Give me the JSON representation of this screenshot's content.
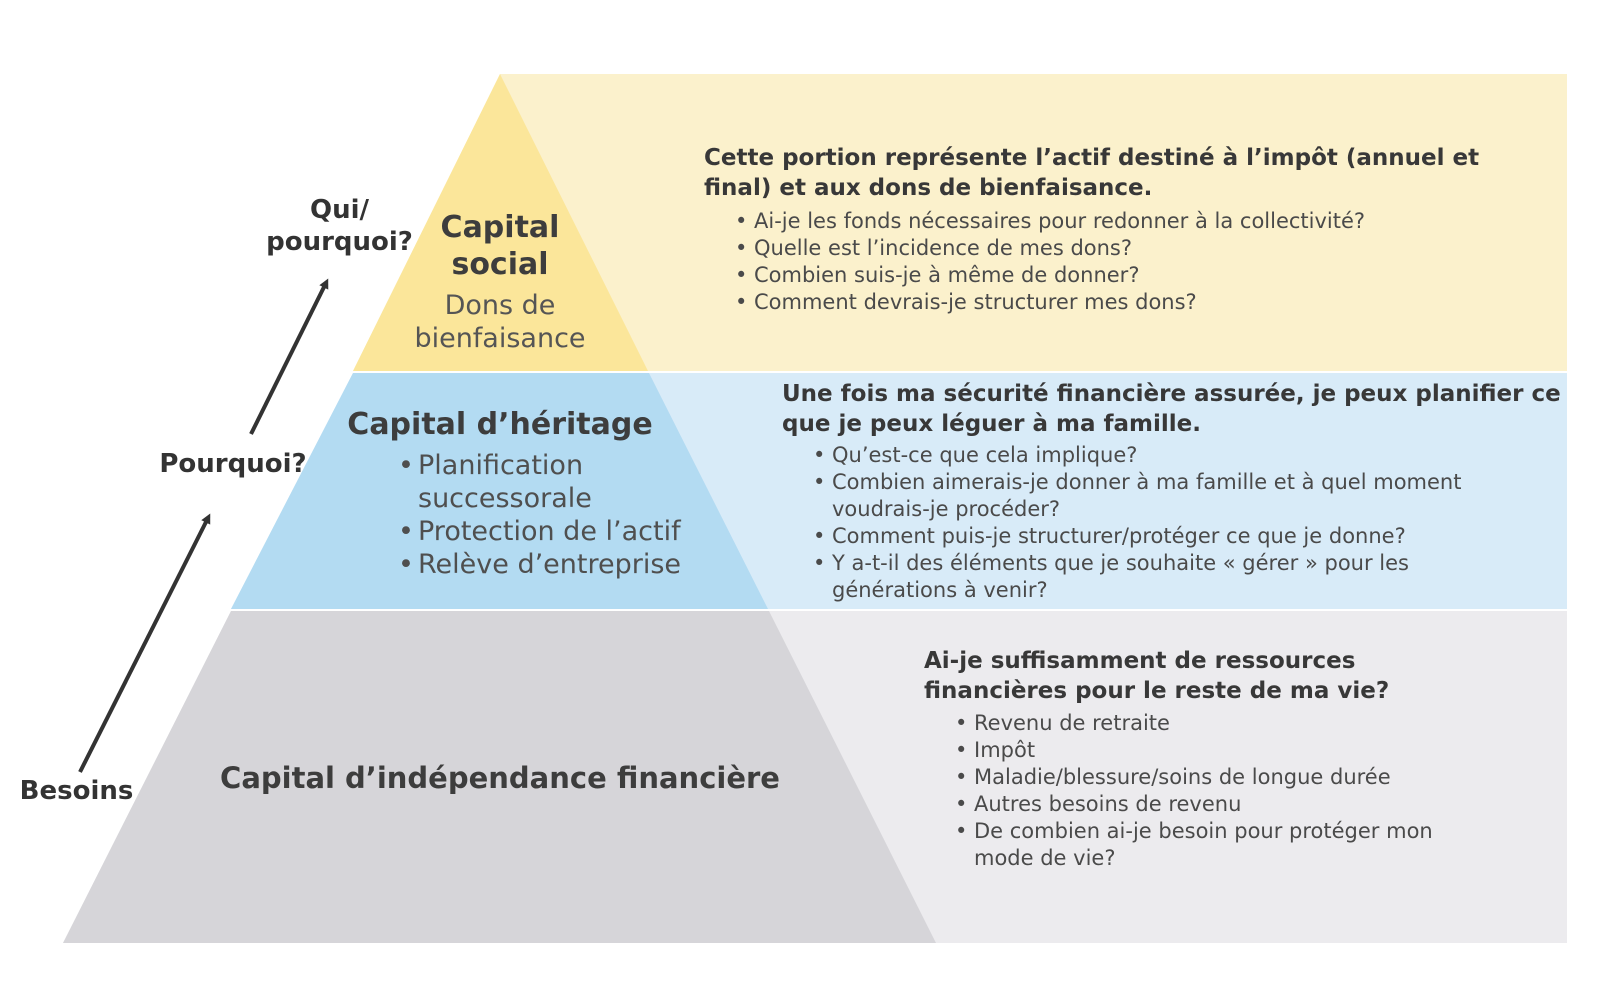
{
  "colors": {
    "yellow_band": "#fbf1cc",
    "yellow_tri": "#fbe69a",
    "blue_band": "#d8ebf8",
    "blue_tri": "#b3dbf2",
    "gray_band": "#ecebee",
    "gray_tri": "#d6d5d9",
    "arrow": "#333333"
  },
  "axis": {
    "needs": "Besoins",
    "why": "Pourquoi?",
    "who_why": "Qui/\npourquoi?"
  },
  "tiers": {
    "social": {
      "title": "Capital\nsocial",
      "subtitle": "Dons de\nbienfaisance",
      "headline": "Cette portion représente l’actif destiné à l’impôt (annuel et final) et aux dons de bienfaisance.",
      "questions": [
        "Ai-je les fonds nécessaires pour redonner à la collectivité?",
        "Quelle est l’incidence de mes dons?",
        "Combien suis-je à même de donner?",
        "Comment devrais-je structurer mes dons?"
      ]
    },
    "legacy": {
      "title": "Capital d’héritage",
      "items": [
        "Planification successorale",
        "Protection de l’actif",
        "Relève d’entreprise"
      ],
      "headline": "Une fois ma sécurité financière assurée, je peux planifier ce que je peux léguer à ma famille.",
      "questions": [
        "Qu’est-ce que cela implique?",
        "Combien aimerais-je donner à ma famille et à quel moment voudrais-je procéder?",
        "Comment puis-je structurer/protéger ce que je donne?",
        "Y a-t-il des éléments que je souhaite « gérer » pour les générations à venir?"
      ]
    },
    "independence": {
      "title": "Capital d’indépendance financière",
      "headline": "Ai-je suffisamment de ressources financières pour le reste de ma vie?",
      "questions": [
        "Revenu de retraite",
        "Impôt",
        "Maladie/blessure/soins de longue durée",
        "Autres besoins de revenu",
        "De combien ai-je besoin pour protéger mon mode de vie?"
      ]
    }
  }
}
